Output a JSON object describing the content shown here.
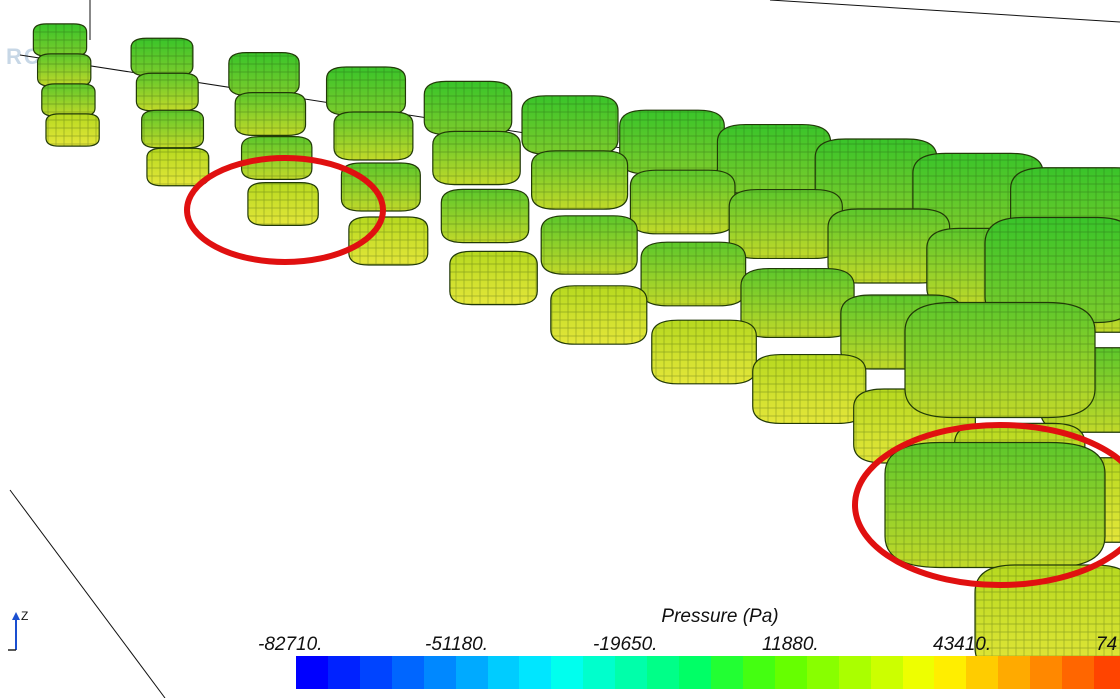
{
  "legend": {
    "title": "Pressure (Pa)",
    "ticks": [
      "-82710.",
      "-51180.",
      "-19650.",
      "11880.",
      "43410.",
      "74"
    ],
    "colors": [
      "#0000ff",
      "#0022ff",
      "#0044ff",
      "#0066ff",
      "#0088ff",
      "#00aaff",
      "#00ccff",
      "#00e6ff",
      "#00ffee",
      "#00ffcc",
      "#00ffaa",
      "#00ff88",
      "#00ff66",
      "#22ff33",
      "#44ff11",
      "#66ff00",
      "#88ff00",
      "#aaff00",
      "#ccff00",
      "#eeff00",
      "#ffee00",
      "#ffcc00",
      "#ffaa00",
      "#ff8800",
      "#ff6600",
      "#ff4400"
    ]
  },
  "axis": {
    "z_label": "Z"
  },
  "watermark": "RC",
  "annotations": [
    {
      "name": "highlight-ellipse-left",
      "color": "#e01010"
    },
    {
      "name": "highlight-ellipse-right",
      "color": "#e01010"
    }
  ]
}
